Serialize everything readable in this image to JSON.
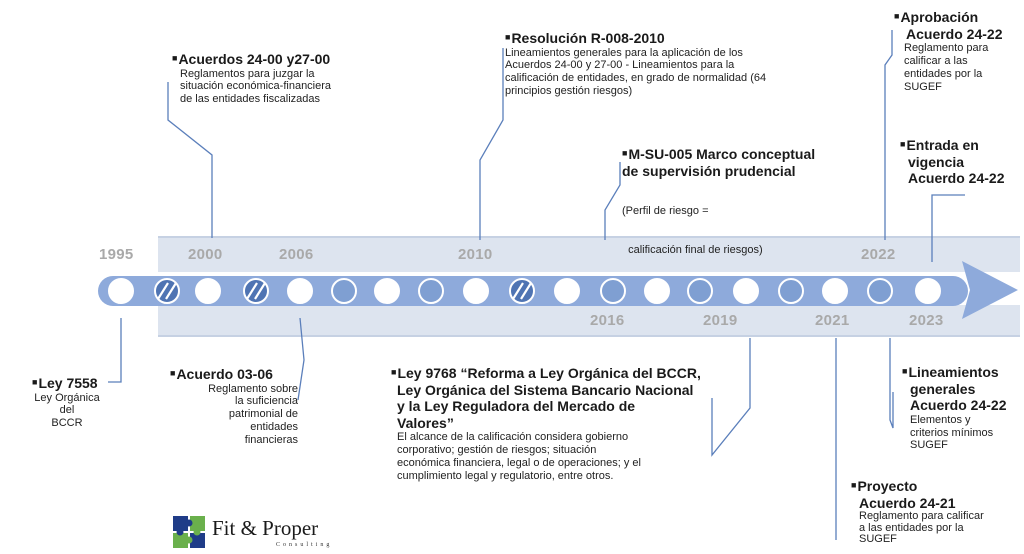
{
  "years": [
    {
      "label": "1995",
      "id": "year-1995"
    },
    {
      "label": "2000",
      "id": "year-2000"
    },
    {
      "label": "2006",
      "id": "year-2006"
    },
    {
      "label": "2010",
      "id": "year-2010"
    },
    {
      "label": "2022",
      "id": "year-2022"
    },
    {
      "label": "2016",
      "id": "year-2016"
    },
    {
      "label": "2019",
      "id": "year-2019"
    },
    {
      "label": "2021",
      "id": "year-2021"
    },
    {
      "label": "2023",
      "id": "year-2023"
    }
  ],
  "events": {
    "acuerdos_2400": {
      "title": "Acuerdos 24-00 y27-00",
      "desc": [
        "Reglamentos para juzgar la",
        "situación económica-financiera",
        "de las entidades fiscalizadas"
      ]
    },
    "resolucion": {
      "title": "Resolución R-008-2010",
      "desc": [
        "Lineamientos generales para la aplicación de los",
        "Acuerdos 24-00 y 27-00 -  Lineamientos para la",
        "calificación de entidades, en grado de normalidad (64",
        "principios gestión riesgos)"
      ]
    },
    "msu005": {
      "title": [
        "M-SU-005 Marco conceptual",
        "de supervisión prudencial"
      ],
      "desc": [
        "(Perfil de riesgo =",
        "  calificación final de riesgos)"
      ]
    },
    "aprobacion": {
      "title": [
        "Aprobación",
        "Acuerdo 24-22"
      ],
      "desc": [
        "Reglamento para",
        "calificar a las",
        "entidades por la",
        "SUGEF"
      ]
    },
    "entrada": {
      "title": [
        "Entrada en",
        "vigencia",
        "Acuerdo 24-22"
      ]
    },
    "ley7558": {
      "title": "Ley 7558",
      "desc": [
        "Ley Orgánica del",
        "BCCR"
      ]
    },
    "acuerdo0306": {
      "title": "Acuerdo 03-06",
      "desc": [
        "Reglamento sobre",
        "la suficiencia",
        "patrimonial de",
        "entidades",
        "financieras"
      ]
    },
    "ley9768": {
      "title": [
        "Ley 9768 “Reforma a Ley Orgánica del BCCR,",
        "Ley Orgánica del Sistema Bancario Nacional",
        "y la Ley Reguladora del Mercado de",
        "Valores”"
      ],
      "desc": [
        "El alcance de la calificación considera gobierno",
        "corporativo; gestión de riesgos; situación",
        "económica financiera, legal o de operaciones; y el",
        "cumplimiento legal y regulatorio, entre otros."
      ]
    },
    "lineamientos": {
      "title": [
        "Lineamientos",
        "generales",
        "Acuerdo 24-22"
      ],
      "desc": [
        "Elementos y",
        "criterios mínimos",
        "SUGEF"
      ]
    },
    "proyecto": {
      "title": [
        "Proyecto",
        "Acuerdo 24-21"
      ],
      "desc": [
        "Reglamento para calificar",
        "a las entidades por la",
        "SUGEF"
      ]
    }
  },
  "logo": {
    "name": "Fit & Proper",
    "sub": "Consulting"
  },
  "colors": {
    "arrow": "#8eaadb",
    "band": "#dde4ef",
    "dark_dot": "#4f74b3",
    "mid_dot": "#7f9fd2",
    "leader": "#5b7fbb",
    "year_text": "#a9a9a9"
  }
}
